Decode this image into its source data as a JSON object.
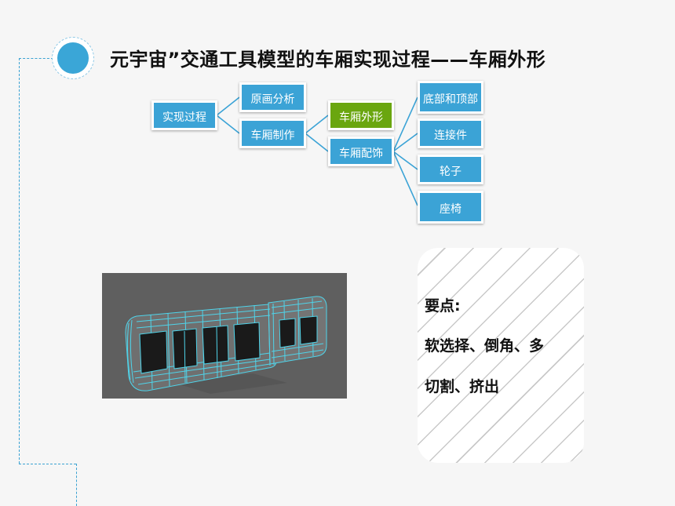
{
  "slide": {
    "title": "元宇宙”交通工具模型的车厢实现过程——车厢外形"
  },
  "tree": {
    "root": "实现过程",
    "level1": [
      "原画分析",
      "车厢制作"
    ],
    "level2": [
      "车厢外形",
      "车厢配饰"
    ],
    "level3": [
      "底部和顶部",
      "连接件",
      "轮子",
      "座椅"
    ],
    "active": "车厢外形"
  },
  "notes": {
    "heading": "要点:",
    "line1": "软选择、倒角、多",
    "line2": "切割、挤出"
  },
  "colors": {
    "node_blue": "#3ba3d6",
    "node_active_green": "#6aa60f",
    "accent_dashed": "#3ba2d2",
    "wireframe_cyan": "#4fd4ea",
    "viewport_gray": "#5f5f5f"
  },
  "icons": {
    "title_bullet": "circle-bullet-icon",
    "model": "train-carriage-wireframe-icon"
  }
}
